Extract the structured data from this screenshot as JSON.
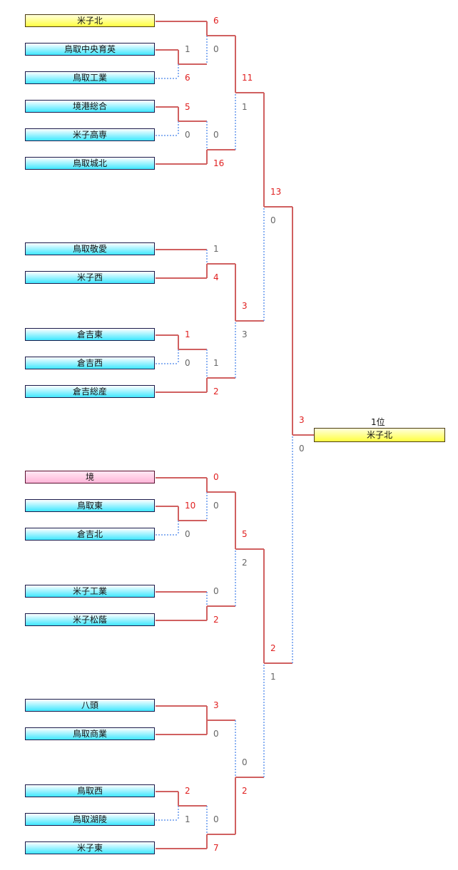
{
  "teams": [
    {
      "name": "米子北",
      "style": "champion"
    },
    {
      "name": "鳥取中央育英",
      "style": "normal"
    },
    {
      "name": "鳥取工業",
      "style": "normal"
    },
    {
      "name": "境港総合",
      "style": "normal"
    },
    {
      "name": "米子高専",
      "style": "normal"
    },
    {
      "name": "鳥取城北",
      "style": "normal"
    },
    {
      "name": "鳥取敬愛",
      "style": "normal"
    },
    {
      "name": "米子西",
      "style": "normal"
    },
    {
      "name": "倉吉東",
      "style": "normal"
    },
    {
      "name": "倉吉西",
      "style": "normal"
    },
    {
      "name": "倉吉総産",
      "style": "normal"
    },
    {
      "name": "境",
      "style": "seed"
    },
    {
      "name": "鳥取東",
      "style": "normal"
    },
    {
      "name": "倉吉北",
      "style": "normal"
    },
    {
      "name": "米子工業",
      "style": "normal"
    },
    {
      "name": "米子松蔭",
      "style": "normal"
    },
    {
      "name": "八頭",
      "style": "normal"
    },
    {
      "name": "鳥取商業",
      "style": "normal"
    },
    {
      "name": "鳥取西",
      "style": "normal"
    },
    {
      "name": "鳥取湖陵",
      "style": "normal"
    },
    {
      "name": "米子東",
      "style": "normal"
    }
  ],
  "scores": [
    "6",
    "1",
    "0",
    "6",
    "11",
    "1",
    "5",
    "0",
    "0",
    "16",
    "13",
    "0",
    "1",
    "4",
    "3",
    "3",
    "1",
    "0",
    "1",
    "2",
    "3",
    "0",
    "0",
    "0",
    "10",
    "0",
    "5",
    "2",
    "0",
    "2",
    "2",
    "1",
    "3",
    "0",
    "0",
    "2",
    "2",
    "1",
    "0",
    "7"
  ],
  "final": {
    "rank_label": "1位",
    "winner": "米子北"
  },
  "colors": {
    "win_line": "#d06060",
    "lose_line": "#6699ee",
    "win_text": "#e02020",
    "lose_text": "#666666"
  }
}
